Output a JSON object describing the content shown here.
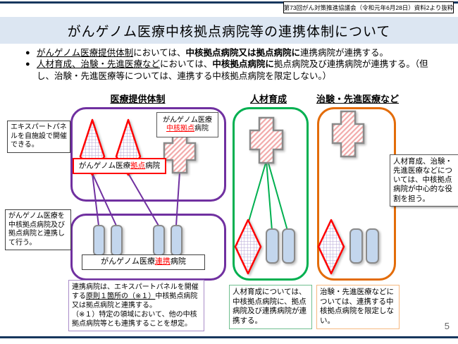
{
  "page": {
    "source_note": "第73回がん対策推進協議会（令和元年6月28日）資料2より抜粋",
    "title": "がんゲノム医療中核拠点病院等の連携体制について",
    "page_number": "5"
  },
  "bullets": {
    "marker": "●",
    "b1": {
      "underlined": "がんゲノム医療提供体制",
      "mid": "においては、",
      "bold": "中核拠点病院又は拠点病院に",
      "post": "連携病院が連携する。"
    },
    "b2": {
      "underlined": "人材育成、治験・先進医療など",
      "mid": "においては、",
      "bold": "中核拠点病院に",
      "post": "拠点病院及び連携病院が連携する。（但し、治験・先進医療等については、連携する中核拠点病院を限定しない。）"
    }
  },
  "sections": {
    "left": {
      "title": "医療提供体制"
    },
    "middle": {
      "title": "人材育成"
    },
    "right": {
      "title": "治験・先進医療など"
    }
  },
  "labels": {
    "core": {
      "line1": "がんゲノム医療",
      "red": "中核拠点",
      "rest": "病院"
    },
    "base": {
      "pre": "がんゲノム医療",
      "red": "拠点",
      "rest": "病院"
    },
    "partner": {
      "pre": "がんゲノム医療",
      "red": "連携",
      "rest": "病院"
    }
  },
  "callouts": {
    "expert_panel": "エキスパートパネルを自施設で開催できる。",
    "genome_care": "がんゲノム医療を中核拠点病院及び拠点病院と連携して行う。",
    "core_role": "人材育成、治験・先進医療などについては、中核拠点病院が中心的な役割を担う。"
  },
  "notes": {
    "left": {
      "pre": "連携病院は、エキスパートパネルを開催する",
      "underlined": "原則１箇所の（※１）",
      "post": "中核拠点病院又は拠点病院と連携する。",
      "line2": "（※１）特定の領域において、他の中核拠点病院等とも連携することを想定。"
    },
    "middle": "人材育成については、中核拠点病院に、拠点病院及び連携病院が連携する。",
    "right": "治験・先進医療などについては、連携する中核拠点病院を限定しない。"
  },
  "colors": {
    "navy_line": "#17375e",
    "title_bg": "#dce6f2",
    "purple_frame": "#7030a0",
    "green_frame": "#00b050",
    "orange_frame": "#e36c09",
    "red_accent": "#ff0000",
    "pill_fill": "#c3d6ed",
    "shape_border_gray": "#8a8a8a"
  }
}
